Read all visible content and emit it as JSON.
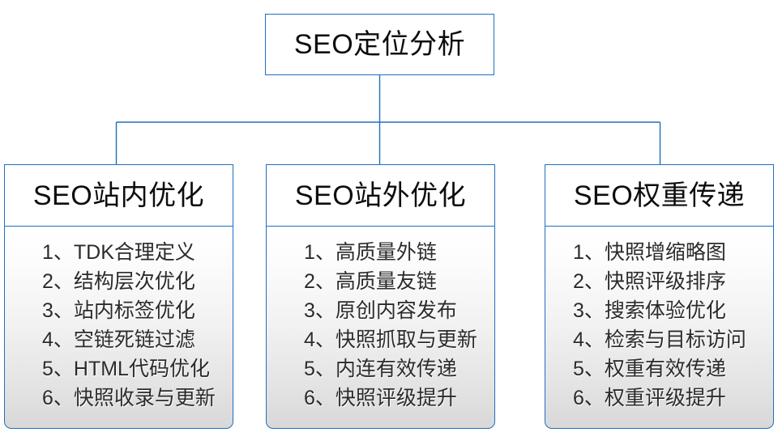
{
  "diagram": {
    "type": "org-tree",
    "accent_color": "#1f6fc0",
    "text_color": "#0d0d0d",
    "body_text_color": "#2b2b2b",
    "root": {
      "label": "SEO定位分析"
    },
    "branches": [
      {
        "heading": "SEO站内优化",
        "items": [
          "1、TDK合理定义",
          "2、结构层次优化",
          "3、站内标签优化",
          "4、空链死链过滤",
          "5、HTML代码优化",
          "6、快照收录与更新"
        ]
      },
      {
        "heading": "SEO站外优化",
        "items": [
          "1、高质量外链",
          "2、高质量友链",
          "3、原创内容发布",
          "4、快照抓取与更新",
          "5、内连有效传递",
          "6、快照评级提升"
        ]
      },
      {
        "heading": "SEO权重传递",
        "items": [
          "1、快照增缩略图",
          "2、快照评级排序",
          "3、搜索体验优化",
          "4、检索与目标访问",
          "5、权重有效传递",
          "6、权重评级提升"
        ]
      }
    ]
  }
}
